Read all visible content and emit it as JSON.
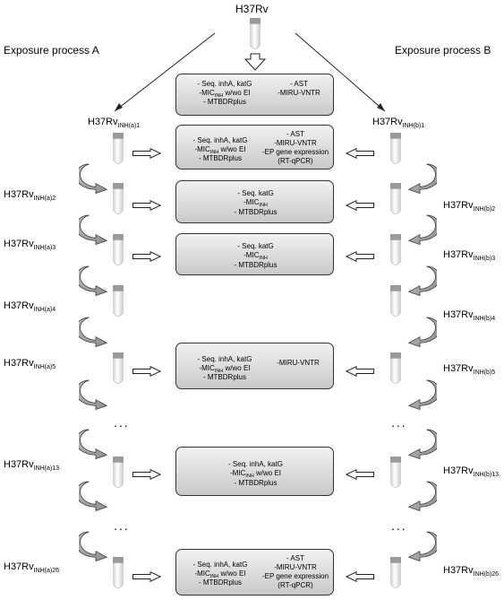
{
  "title": "H37Rv",
  "process_a": "Exposure process A",
  "process_b": "Exposure process B",
  "strain_base": "H37Rv",
  "strains_a": {
    "s1": "INH(a)1",
    "s2": "INH(a)2",
    "s3": "INH(a)3",
    "s4": "INH(a)4",
    "s5": "INH(a)5",
    "s13": "INH(a)13",
    "s26": "INH(a)26"
  },
  "strains_b": {
    "s1": "INH(b)1",
    "s2": "INH(b)2",
    "s3": "INH(b)3",
    "s4": "INH(b)4",
    "s5": "INH(b)5",
    "s13": "INH(b)13",
    "s26": "INH(b)26"
  },
  "ellipsis": "...",
  "boxes": {
    "b0": {
      "l1": "- Seq. inhA, katG",
      "l2a": "-MIC",
      "l2sub": "INH",
      "l2b": " w/wo EI",
      "l3": "- MTBDRplus",
      "r1": "- AST",
      "r2": "-MIRU-VNTR"
    },
    "b1": {
      "l1": "- Seq. inhA, katG",
      "l2a": "-MIC",
      "l2sub": "INH",
      "l2b": " w/wo EI",
      "l3": "- MTBDRplus",
      "r1": "- AST",
      "r2": "-MIRU-VNTR",
      "r3": "-EP gene expression",
      "r4": "(RT-qPCR)"
    },
    "b2": {
      "c1": "- Seq. katG",
      "c2a": "-MIC",
      "c2sub": "INH",
      "c3": "- MTBDRplus"
    },
    "b3": {
      "c1": "- Seq. katG",
      "c2a": "-MIC",
      "c2sub": "INH",
      "c3": "- MTBDRplus"
    },
    "b5": {
      "l1": "- Seq. inhA, katG",
      "l2a": "-MIC",
      "l2sub": "INH",
      "l2b": " w/wo EI",
      "l3": "- MTBDRplus",
      "r1": "-MIRU-VNTR"
    },
    "b13": {
      "c1": "- Seq. inhA, katG",
      "c2a": "-MIC",
      "c2sub": "INH",
      "c2b": " w/wo EI",
      "c3": "- MTBDRplus"
    },
    "b26": {
      "l1": "- Seq. inhA, katG",
      "l2a": "-MIC",
      "l2sub": "INH",
      "l2b": " w/wo EI",
      "l3": "- MTBDRplus",
      "r1": "- AST",
      "r2": "-MIRU-VNTR",
      "r3": "-EP gene expression",
      "r4": "(RT-qPCR)"
    }
  }
}
